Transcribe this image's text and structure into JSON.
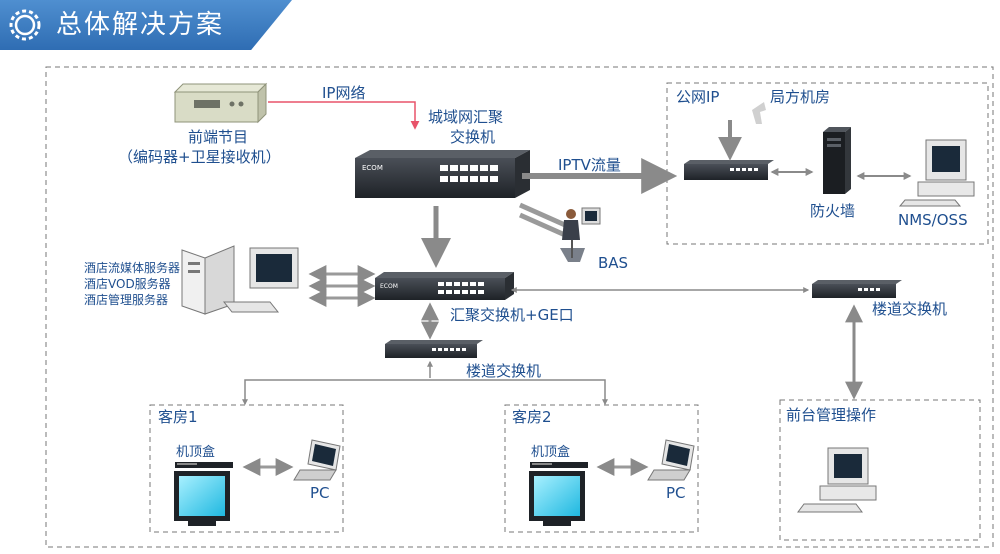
{
  "header": {
    "title": "总体解决方案"
  },
  "labels": {
    "ip_network": "IP网络",
    "frontend_line1": "前端节目",
    "frontend_line2": "（编码器+卫星接收机）",
    "metro_switch_line1": "城域网汇聚",
    "metro_switch_line2": "交换机",
    "iptv_flow": "IPTV流量",
    "public_ip": "公网IP",
    "office_room": "局方机房",
    "firewall": "防火墙",
    "nms_oss": "NMS/OSS",
    "bas": "BAS",
    "hotel_servers": [
      "酒店流媒体服务器",
      "酒店VOD服务器",
      "酒店管理服务器"
    ],
    "agg_switch": "汇聚交换机+GE口",
    "floor_switch_left": "楼道交换机",
    "floor_switch_right": "楼道交换机",
    "room1": "客房1",
    "room2": "客房2",
    "stb1": "机顶盒",
    "stb2": "机顶盒",
    "pc1": "PC",
    "pc2": "PC",
    "front_desk": "前台管理操作"
  },
  "device_brand": "ECOM",
  "colors": {
    "accent": "#2f6db3",
    "label": "#1f4f8f",
    "ip_line": "#e8536a",
    "arrow": "#8a8a8a"
  }
}
